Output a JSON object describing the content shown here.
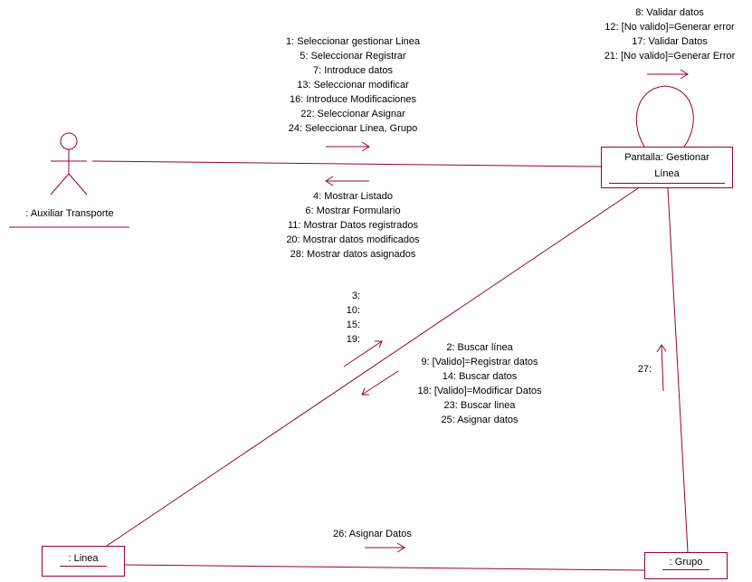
{
  "colors": {
    "line": "#990033",
    "text": "#000000",
    "background": "#ffffff"
  },
  "actor": {
    "name": ": Auxiliar Transporte",
    "icon": "stick-figure-actor-icon"
  },
  "objects": {
    "pantalla": {
      "line1": "Pantalla: Gestionar",
      "line2": "Línea"
    },
    "linea": {
      "name": ": Linea"
    },
    "grupo": {
      "name": ": Grupo"
    }
  },
  "messages": {
    "self_loop": [
      "8: Validar datos",
      "12: [No valido]=Generar error",
      "17: Validar Datos",
      "21: [No valido]=Generar Error"
    ],
    "actor_to_pantalla": [
      "1: Seleccionar gestionar Linea",
      "5: Seleccionar Registrar",
      "7: Introduce datos",
      "13: Seleccionar modificar",
      "16: Introduce Modificaciones",
      "22: Seleccionar Asignar",
      "24: Seleccionar Linea, Grupo"
    ],
    "pantalla_to_actor": [
      "4: Mostrar Listado",
      "6: Mostrar Formulario",
      "11: Mostrar Datos registrados",
      "20: Mostrar datos modificados",
      "28: Mostrar datos asignados"
    ],
    "linea_to_pantalla": [
      "3:",
      "10:",
      "15:",
      "19:"
    ],
    "pantalla_to_linea": [
      "2: Buscar línea",
      "9: [Valido]=Registrar datos",
      "14: Buscar datos",
      "18: [Valido]=Modificar Datos",
      "23: Buscar linea",
      "25: Asignar datos"
    ],
    "grupo_to_pantalla": [
      "27:"
    ],
    "linea_to_grupo": [
      "26: Asignar Datos"
    ]
  }
}
